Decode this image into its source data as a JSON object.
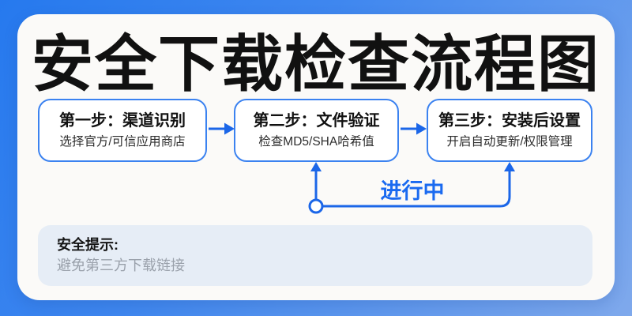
{
  "page": {
    "title": "安全下载检查流程图"
  },
  "flow": {
    "steps": [
      {
        "title": "第一步：渠道识别",
        "subtitle": "选择官方/可信应用商店"
      },
      {
        "title": "第二步：文件验证",
        "subtitle": "检查MD5/SHA哈希值"
      },
      {
        "title": "第三步：安装后设置",
        "subtitle": "开启自动更新/权限管理"
      }
    ],
    "status_label": "进行中"
  },
  "note": {
    "title": "安全提示:",
    "body": "避免第三方下载链接"
  },
  "colors": {
    "accent": "#1a6af0",
    "box_border": "#3b82f0",
    "connector_stroke": "#1b66e8",
    "bg_top": "#2679ee",
    "bg_bottom": "#7fa9ec",
    "note_bg": "#e6edf6",
    "note_body_text": "#9aa1ab",
    "title_text": "#111111"
  }
}
